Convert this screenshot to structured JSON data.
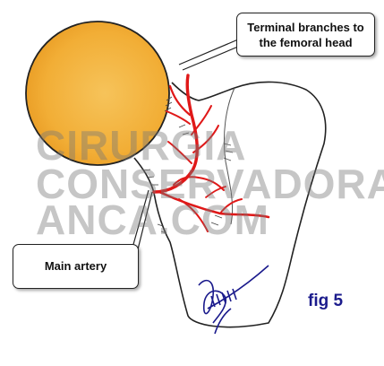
{
  "callouts": {
    "terminal_branches": "Terminal branches to the femoral head",
    "main_artery": "Main artery"
  },
  "figure_label": "fig 5",
  "watermark": {
    "line1": "CIRURGIA",
    "line2": "CONSERVADORA",
    "line3": "ANCA.COM"
  },
  "colors": {
    "femoral_head_fill": "#f2b23a",
    "artery": "#e01818",
    "signature": "#1a1a8c",
    "fig_label": "#1b1b8c"
  }
}
